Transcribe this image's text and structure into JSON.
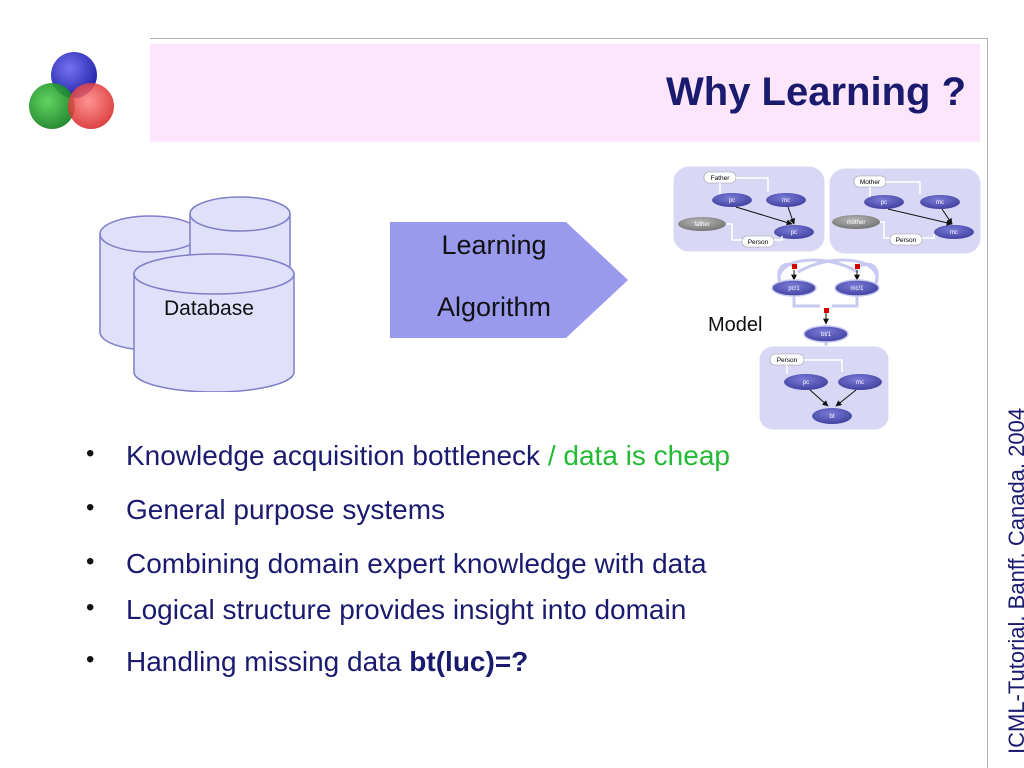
{
  "slide": {
    "title": "Why Learning ?",
    "side_text": "ICML-Tutorial, Banff, Canada, 2004"
  },
  "diagram": {
    "database_label": "Database",
    "algorithm_line1": "Learning",
    "algorithm_line2": "Algorithm",
    "model_label": "Model",
    "nodes": {
      "father_box": "Father",
      "father_pc": "pc",
      "father_mc": "mc",
      "father_rel": "father",
      "father_person": "Person",
      "father_child_pc": "pc",
      "mother_box": "Mother",
      "mother_pc": "pc",
      "mother_mc": "mc",
      "mother_rel": "mother",
      "mother_person": "Person",
      "mother_child_mc": "mc",
      "pc1": "pc/1",
      "mc1": "mc/1",
      "bt1": "bt/1",
      "bt_person": "Person",
      "bt_pc": "pc",
      "bt_mc": "mc",
      "bt": "bt"
    }
  },
  "bullets": [
    {
      "text": "Knowledge acquisition bottleneck",
      "sep": " / ",
      "extra": "data is cheap"
    },
    {
      "text": "General purpose systems"
    },
    {
      "text": "Combining domain expert knowledge with data"
    },
    {
      "text": "Logical structure provides insight into domain"
    },
    {
      "text": "Handling missing data ",
      "strong": "bt(luc)=?"
    }
  ],
  "colors": {
    "title": "#1a1a6e",
    "header_band": "#fde6fb",
    "accent_green": "#22bb33",
    "shape_fill": "#e0e0fa",
    "arrow_fill": "#9999ee"
  }
}
